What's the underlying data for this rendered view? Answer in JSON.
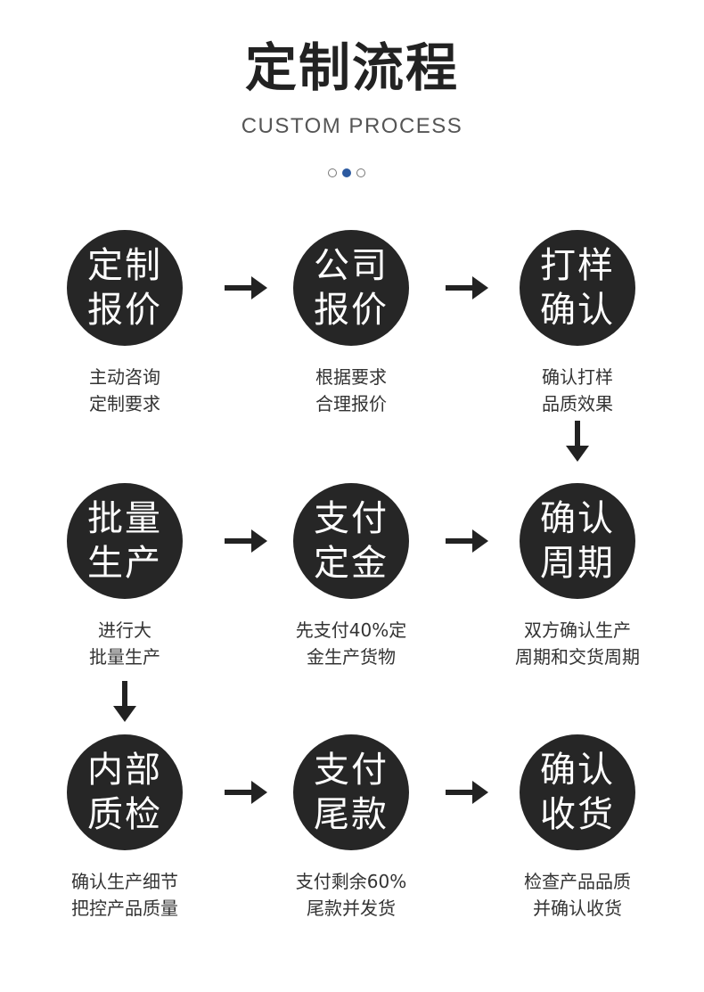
{
  "header": {
    "title": "定制流程",
    "subtitle": "CUSTOM PROCESS"
  },
  "pager": {
    "count": 3,
    "active_index": 1
  },
  "steps": [
    {
      "circle_lines": [
        "定制",
        "报价"
      ],
      "desc_lines": [
        "主动咨询",
        "定制要求"
      ]
    },
    {
      "circle_lines": [
        "公司",
        "报价"
      ],
      "desc_lines": [
        "根据要求",
        "合理报价"
      ]
    },
    {
      "circle_lines": [
        "打样",
        "确认"
      ],
      "desc_lines": [
        "确认打样",
        "品质效果"
      ]
    },
    {
      "circle_lines": [
        "批量",
        "生产"
      ],
      "desc_lines": [
        "进行大",
        "批量生产"
      ]
    },
    {
      "circle_lines": [
        "支付",
        "定金"
      ],
      "desc_lines": [
        "先支付40%定",
        "金生产货物"
      ]
    },
    {
      "circle_lines": [
        "确认",
        "周期"
      ],
      "desc_lines": [
        "双方确认生产",
        "周期和交货周期"
      ]
    },
    {
      "circle_lines": [
        "内部",
        "质检"
      ],
      "desc_lines": [
        "确认生产细节",
        "把控产品质量"
      ]
    },
    {
      "circle_lines": [
        "支付",
        "尾款"
      ],
      "desc_lines": [
        "支付剩余60%",
        "尾款并发货"
      ]
    },
    {
      "circle_lines": [
        "确认",
        "收货"
      ],
      "desc_lines": [
        "检查产品品质",
        "并确认收货"
      ]
    }
  ],
  "colors": {
    "circle": "#262626",
    "arrow": "#222222",
    "active_dot": "#2c5aa0"
  }
}
